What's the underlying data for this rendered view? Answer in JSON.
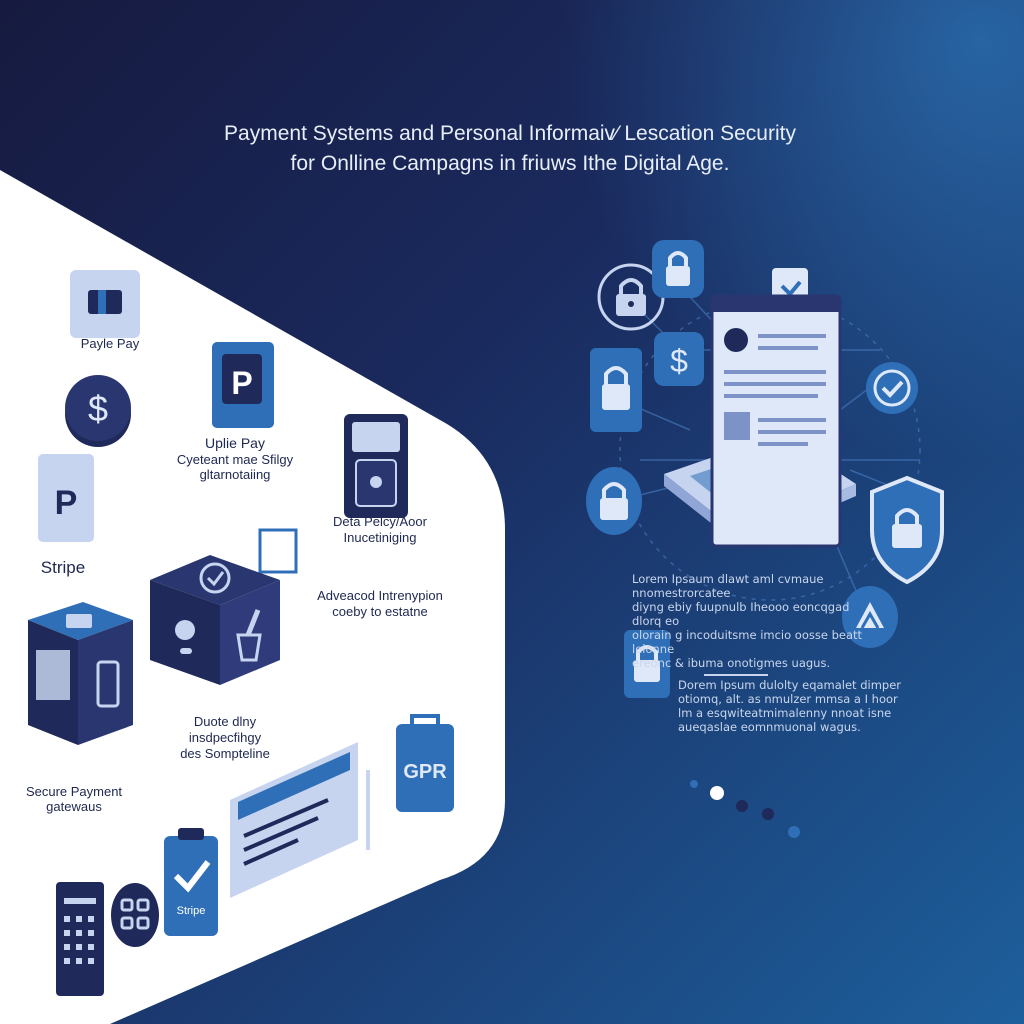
{
  "title": {
    "line1": "Payment Systems and Personal Informaiv⁄ Lescation Security",
    "line2": "for Onlline Campagns in friuws Ithe Digital Age."
  },
  "labels": {
    "payle_pay": "Payle Pay",
    "stripe": "Stripe",
    "uplie_pay": "Uplie Pay",
    "uplie_pay_sub1": "Cyeteant mae Sfilgy",
    "uplie_pay_sub2": "gltarnotaiing",
    "data_protection1": "Deta Pelcy/Aoor",
    "data_protection2": "Inucetiniging",
    "advanced1": "Adveacod Intrenypion",
    "advanced2": "coeby to estatne",
    "duote1": "Duote dlny",
    "duote2": "insdpecfihgy",
    "duote3": "des Sompteline",
    "secure1": "Secure Payment",
    "secure2": "gatewaus",
    "stripe_badge": "Stripe",
    "gpr": "GPR"
  },
  "text_blocks": {
    "block1": [
      "Lorem Ipsaum dlawt aml cvmaue nnomestrorcatee",
      "diyng ebiy fuupnulb Iheooo eoncqgad dlorq eo",
      "olorain g incoduitsme imcio oosse beatt lelonne",
      "ereonc & ibuma onotigmes uagus."
    ],
    "block2": [
      "Dorem Ipsum dulolty eqamalet dimper",
      "otiomq, alt. as nmulzer mmsa a I hoor",
      "lm a esqwiteatmimalenny nnoat isne",
      "aueqaslae eomnmuonal wagus."
    ]
  },
  "icons": {
    "left": [
      "card-icon",
      "dollar-coin-icon",
      "paypal-p-icon",
      "paypal-tile-icon",
      "wallet-icon",
      "server-icon",
      "checkmark-cube-icon",
      "credit-card-icon",
      "gdpr-shield-icon",
      "checklist-shield-icon",
      "qr-code-icon",
      "receipt-icon"
    ],
    "right": [
      "padlock-icon",
      "checkmark-shield-icon",
      "dollar-icon",
      "laptop-icon",
      "document-icon",
      "shield-padlock-icon",
      "globe-icon"
    ]
  },
  "colors": {
    "navy": "#1f2a5a",
    "accent_blue": "#2f6fb8",
    "light_panel": "#ffffff",
    "icon_light": "#c6d4ef"
  }
}
